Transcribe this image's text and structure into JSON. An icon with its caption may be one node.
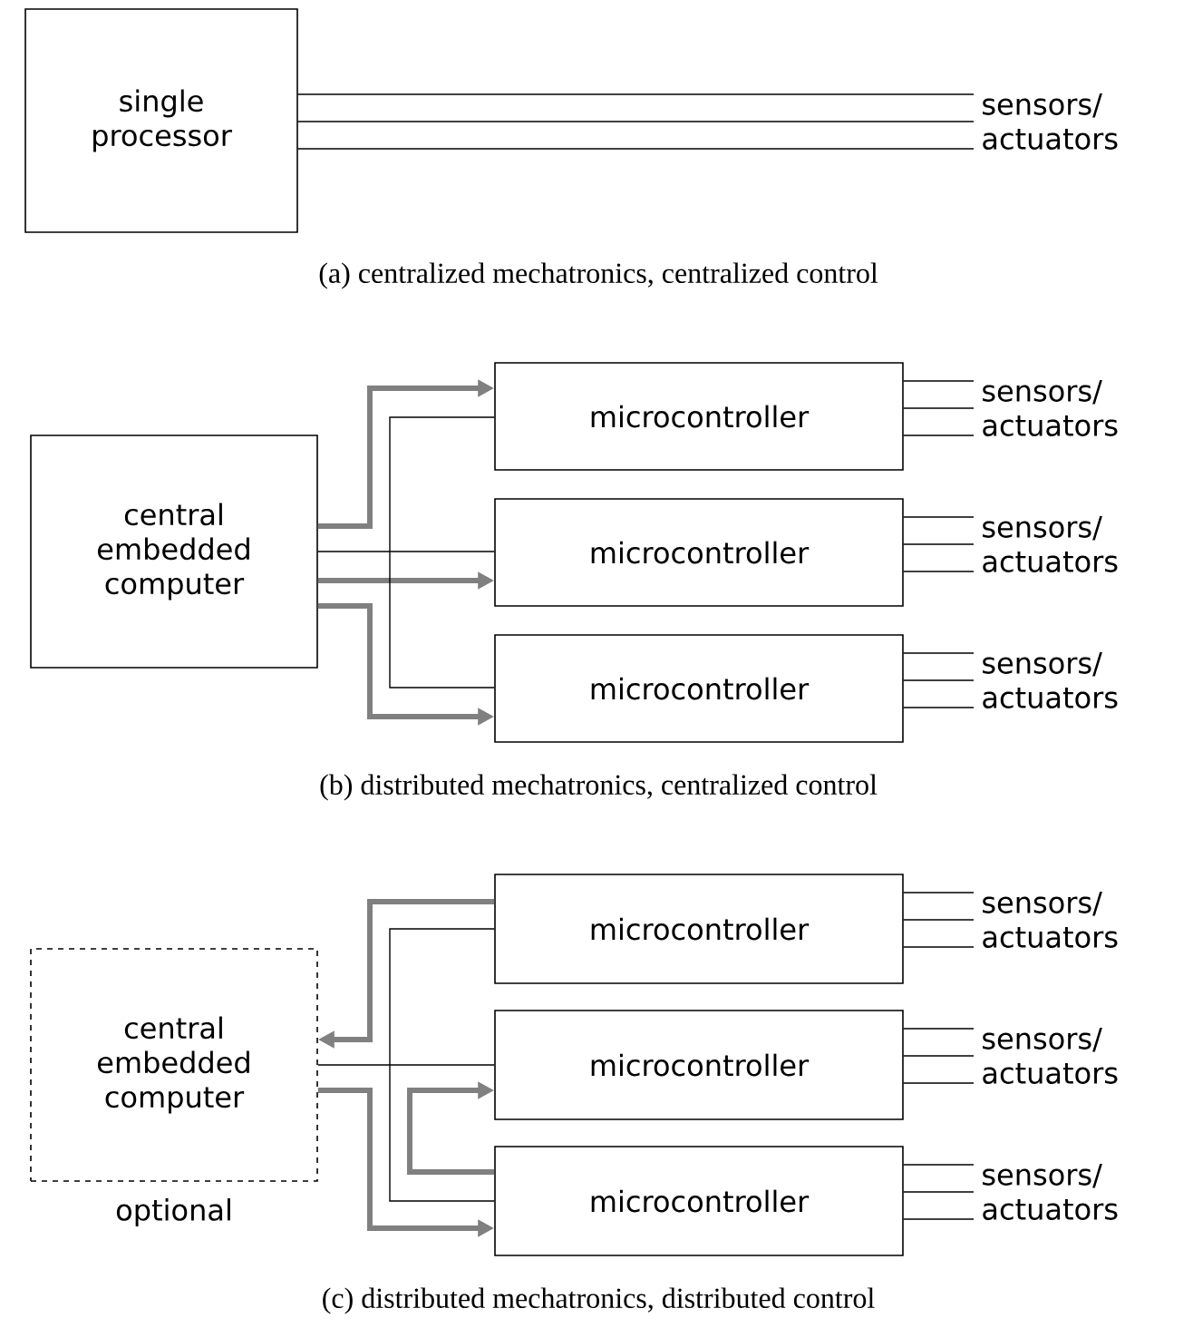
{
  "diagram": {
    "nodes": [
      {
        "text": [
          "single processor"
        ]
      },
      {
        "text": [
          "sensors/ actuators"
        ]
      },
      {
        "text": [
          "central embedded computer"
        ]
      },
      {
        "text": [
          "microcontroller"
        ]
      },
      {
        "text": [
          "microcontroller"
        ]
      },
      {
        "text": [
          "microcontroller"
        ]
      },
      {
        "text": [
          "sensors/ actuators"
        ]
      },
      {
        "text": [
          "sensors/ actuators"
        ]
      },
      {
        "text": [
          "sensors/ actuators"
        ]
      },
      {
        "text": [
          "central embedded computer"
        ],
        "beside": [
          "optional"
        ]
      },
      {
        "text": [
          "microcontroller"
        ]
      },
      {
        "text": [
          "microcontroller"
        ]
      },
      {
        "text": [
          "microcontroller"
        ]
      },
      {
        "text": [
          "sensors/ actuators"
        ]
      },
      {
        "text": [
          "sensors/ actuators"
        ]
      },
      {
        "text": [
          "sensors/ actuators"
        ]
      }
    ],
    "edges": [
      {
        "from": 0,
        "to": 1,
        "arrow": "none"
      },
      {
        "from": 0,
        "to": 1,
        "arrow": "none"
      },
      {
        "from": 0,
        "to": 1,
        "arrow": "none"
      },
      {
        "from": 2,
        "to": 3,
        "arrow": "to",
        "style": "thick",
        "color": "#808080"
      },
      {
        "from": 2,
        "to": 4,
        "arrow": "to",
        "style": "thick",
        "color": "#808080"
      },
      {
        "from": 2,
        "to": 5,
        "arrow": "to",
        "style": "thick",
        "color": "#808080"
      },
      {
        "from": 2,
        "to": 4,
        "arrow": "none"
      },
      {
        "from": 3,
        "to": 5,
        "arrow": "none"
      },
      {
        "from": 3,
        "to": 6,
        "arrow": "none"
      },
      {
        "from": 3,
        "to": 6,
        "arrow": "none"
      },
      {
        "from": 3,
        "to": 6,
        "arrow": "none"
      },
      {
        "from": 4,
        "to": 7,
        "arrow": "none"
      },
      {
        "from": 4,
        "to": 7,
        "arrow": "none"
      },
      {
        "from": 4,
        "to": 7,
        "arrow": "none"
      },
      {
        "from": 5,
        "to": 8,
        "arrow": "none"
      },
      {
        "from": 5,
        "to": 8,
        "arrow": "none"
      },
      {
        "from": 5,
        "to": 8,
        "arrow": "none"
      },
      {
        "from": 10,
        "to": 9,
        "arrow": "to",
        "style": "thick",
        "color": "#808080"
      },
      {
        "from": 9,
        "to": 12,
        "arrow": "to",
        "style": "thick",
        "color": "#808080"
      },
      {
        "from": 12,
        "to": 11,
        "arrow": "to",
        "style": "thick",
        "color": "#808080"
      },
      {
        "from": 9,
        "to": 11,
        "arrow": "none"
      },
      {
        "from": 10,
        "to": 12,
        "arrow": "none"
      },
      {
        "from": 10,
        "to": 13,
        "arrow": "none"
      },
      {
        "from": 10,
        "to": 13,
        "arrow": "none"
      },
      {
        "from": 10,
        "to": 13,
        "arrow": "none"
      },
      {
        "from": 11,
        "to": 14,
        "arrow": "none"
      },
      {
        "from": 11,
        "to": 14,
        "arrow": "none"
      },
      {
        "from": 11,
        "to": 14,
        "arrow": "none"
      },
      {
        "from": 12,
        "to": 15,
        "arrow": "none"
      },
      {
        "from": 12,
        "to": 15,
        "arrow": "none"
      },
      {
        "from": 12,
        "to": 15,
        "arrow": "none"
      }
    ],
    "labels": [
      "(a) centralized mechatronics, centralized control",
      "(b) distributed mechatronics, centralized control",
      "(c) distributed mechatronics, distributed control"
    ]
  }
}
